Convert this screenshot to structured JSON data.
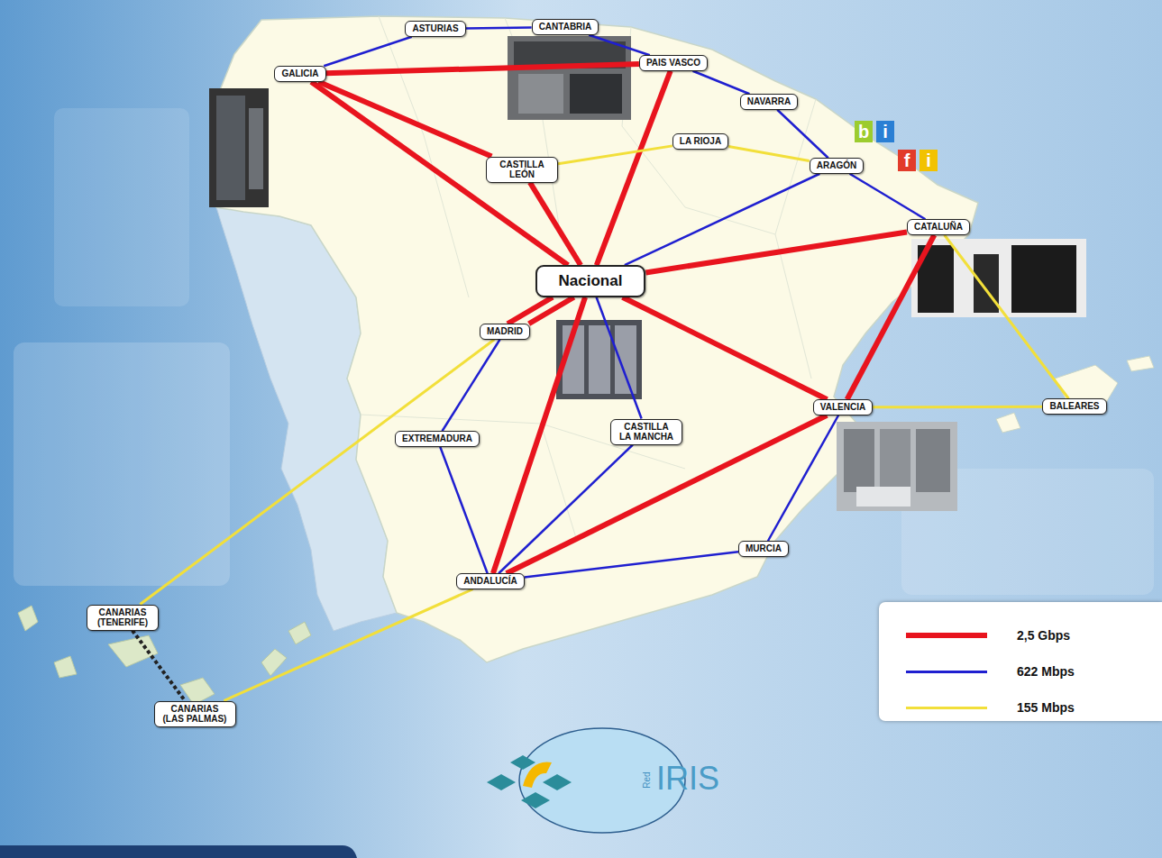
{
  "diagram": {
    "nodes": [
      {
        "text": [
          "ASTURIAS"
        ]
      },
      {
        "text": [
          "CANTABRIA"
        ]
      },
      {
        "text": [
          "PAIS VASCO"
        ]
      },
      {
        "text": [
          "GALICIA"
        ]
      },
      {
        "text": [
          "NAVARRA"
        ]
      },
      {
        "text": [
          "LA RIOJA"
        ]
      },
      {
        "text": [
          "CASTILLA LEÓN"
        ]
      },
      {
        "text": [
          "ARAGÓN"
        ]
      },
      {
        "text": [
          "CATALUÑA"
        ]
      },
      {
        "text": [
          "Nacional"
        ]
      },
      {
        "text": [
          "MADRID"
        ]
      },
      {
        "text": [
          "VALENCIA"
        ]
      },
      {
        "text": [
          "BALEARES"
        ]
      },
      {
        "text": [
          "EXTREMADURA"
        ]
      },
      {
        "text": [
          "CASTILLA LA MANCHA"
        ]
      },
      {
        "text": [
          "MURCIA"
        ]
      },
      {
        "text": [
          "ANDALUCÍA"
        ]
      },
      {
        "text": [
          "CANARIAS (TENERIFE)"
        ]
      },
      {
        "text": [
          "CANARIAS (LAS PALMAS)"
        ]
      }
    ],
    "edges": [
      {
        "from": 3,
        "to": 0,
        "arrow": "none"
      },
      {
        "from": 0,
        "to": 1,
        "arrow": "none"
      },
      {
        "from": 1,
        "to": 2,
        "arrow": "none"
      },
      {
        "from": 2,
        "to": 4,
        "arrow": "none"
      },
      {
        "from": 4,
        "to": 7,
        "arrow": "none"
      },
      {
        "from": 7,
        "to": 8,
        "arrow": "none"
      },
      {
        "from": 3,
        "to": 2,
        "arrow": "none"
      },
      {
        "from": 3,
        "to": 6,
        "arrow": "none"
      },
      {
        "from": 3,
        "to": 9,
        "arrow": "none"
      },
      {
        "from": 6,
        "to": 9,
        "arrow": "none"
      },
      {
        "from": 2,
        "to": 9,
        "arrow": "none"
      },
      {
        "from": 6,
        "to": 5,
        "arrow": "none"
      },
      {
        "from": 5,
        "to": 7,
        "arrow": "none"
      },
      {
        "from": 7,
        "to": 9,
        "arrow": "none"
      },
      {
        "from": 9,
        "to": 8,
        "arrow": "none"
      },
      {
        "from": 9,
        "to": 10,
        "arrow": "none"
      },
      {
        "from": 9,
        "to": 10,
        "arrow": "none"
      },
      {
        "from": 9,
        "to": 11,
        "arrow": "none"
      },
      {
        "from": 8,
        "to": 11,
        "arrow": "none"
      },
      {
        "from": 8,
        "to": 12,
        "arrow": "none"
      },
      {
        "from": 11,
        "to": 12,
        "arrow": "none"
      },
      {
        "from": 10,
        "to": 13,
        "arrow": "none"
      },
      {
        "from": 9,
        "to": 14,
        "arrow": "none"
      },
      {
        "from": 9,
        "to": 16,
        "arrow": "none"
      },
      {
        "from": 11,
        "to": 16,
        "arrow": "none"
      },
      {
        "from": 13,
        "to": 16,
        "arrow": "none"
      },
      {
        "from": 14,
        "to": 16,
        "arrow": "none"
      },
      {
        "from": 16,
        "to": 15,
        "arrow": "none"
      },
      {
        "from": 15,
        "to": 11,
        "arrow": "none"
      },
      {
        "from": 10,
        "to": 17,
        "arrow": "none"
      },
      {
        "from": 16,
        "to": 18,
        "arrow": "none"
      },
      {
        "from": 17,
        "to": 18,
        "arrow": "none"
      }
    ],
    "labels": [
      "b",
      "i",
      "f",
      "i",
      "Red",
      "IRIS"
    ],
    "legend": [
      {
        "text": "2,5 Gbps",
        "color": "#e8141e"
      },
      {
        "text": "622 Mbps",
        "color": "#1f1fd0"
      },
      {
        "text": "155 Mbps",
        "color": "#f2df3a"
      }
    ]
  }
}
